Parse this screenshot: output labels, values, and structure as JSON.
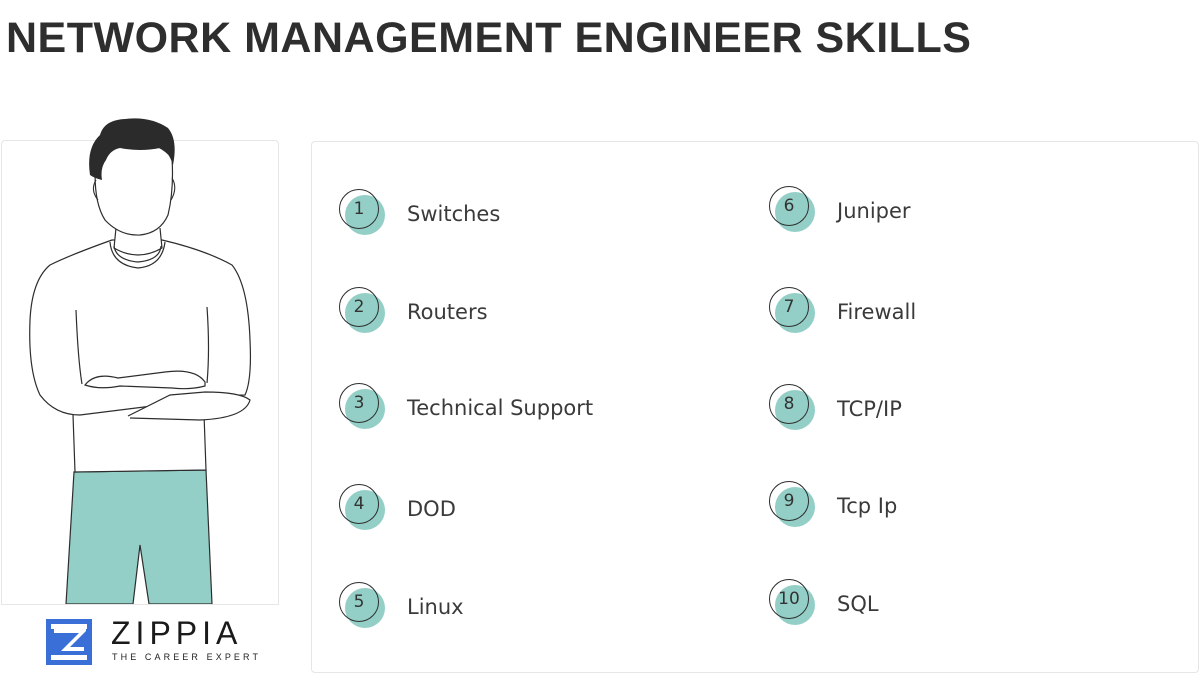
{
  "title": "NETWORK MANAGEMENT ENGINEER SKILLS",
  "colors": {
    "accent": "#93cfc6",
    "text": "#333333",
    "border": "#e6e6e6",
    "logo_blue": "#3b6fd8"
  },
  "illustration": {
    "subject": "person-arms-crossed",
    "pants_color": "#93cfc6",
    "hair_color": "#2b2b2b"
  },
  "skills": {
    "left": [
      {
        "num": "1",
        "label": "Switches"
      },
      {
        "num": "2",
        "label": "Routers"
      },
      {
        "num": "3",
        "label": "Technical Support"
      },
      {
        "num": "4",
        "label": "DOD"
      },
      {
        "num": "5",
        "label": "Linux"
      }
    ],
    "right": [
      {
        "num": "6",
        "label": "Juniper"
      },
      {
        "num": "7",
        "label": "Firewall"
      },
      {
        "num": "8",
        "label": "TCP/IP"
      },
      {
        "num": "9",
        "label": "Tcp Ip"
      },
      {
        "num": "10",
        "label": "SQL"
      }
    ]
  },
  "logo": {
    "name": "ZIPPIA",
    "tagline": "THE CAREER EXPERT"
  }
}
